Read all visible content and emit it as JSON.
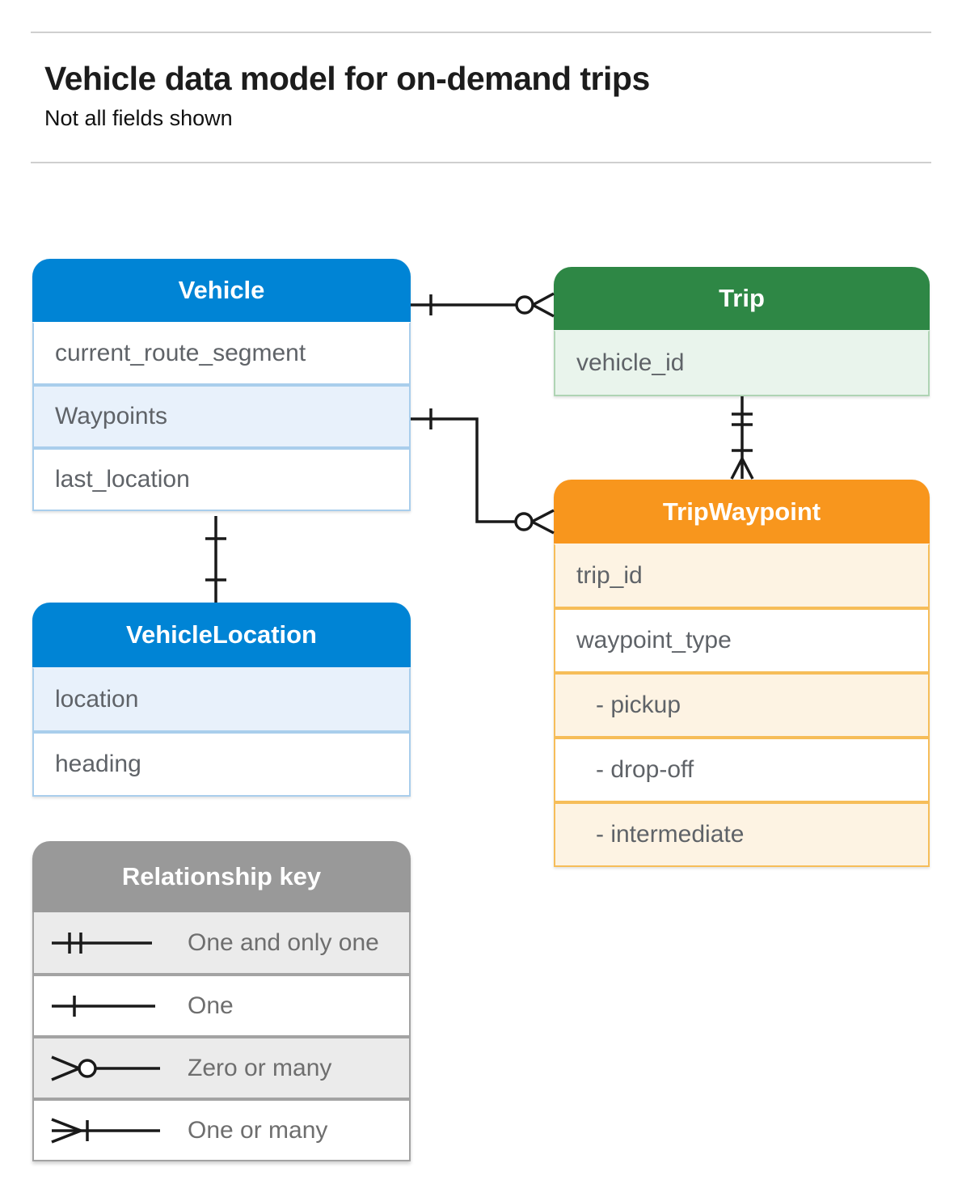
{
  "page": {
    "title": "Vehicle data model for on-demand trips",
    "subtitle": "Not all fields shown"
  },
  "tables": {
    "vehicle": {
      "title": "Vehicle",
      "fields": [
        {
          "label": "current_route_segment"
        },
        {
          "label": "Waypoints"
        },
        {
          "label": "last_location"
        }
      ]
    },
    "trip": {
      "title": "Trip",
      "fields": [
        {
          "label": "vehicle_id"
        }
      ]
    },
    "trip_waypoint": {
      "title": "TripWaypoint",
      "fields": [
        {
          "label": "trip_id"
        },
        {
          "label": "waypoint_type"
        },
        {
          "label": "- pickup"
        },
        {
          "label": "- drop-off"
        },
        {
          "label": "- intermediate"
        }
      ]
    },
    "vehicle_location": {
      "title": "VehicleLocation",
      "fields": [
        {
          "label": "location"
        },
        {
          "label": "heading"
        }
      ]
    }
  },
  "legend": {
    "title": "Relationship key",
    "items": [
      {
        "symbol": "one-and-only-one",
        "label": "One and only one"
      },
      {
        "symbol": "one",
        "label": "One"
      },
      {
        "symbol": "zero-or-many",
        "label": "Zero or many"
      },
      {
        "symbol": "one-or-many",
        "label": "One or many"
      }
    ]
  },
  "relationships": [
    {
      "from": "Vehicle",
      "to": "Trip",
      "from_end": "one",
      "to_end": "zero-or-many"
    },
    {
      "from": "Vehicle.Waypoints",
      "to": "TripWaypoint",
      "from_end": "one",
      "to_end": "zero-or-many"
    },
    {
      "from": "Trip",
      "to": "TripWaypoint",
      "from_end": "one-and-only-one",
      "to_end": "one-or-many"
    },
    {
      "from": "Vehicle",
      "to": "VehicleLocation",
      "from_end": "one",
      "to_end": "one"
    }
  ],
  "colors": {
    "blue_header": "#0084d5",
    "green_header": "#2e8745",
    "orange_header": "#f8961d",
    "gray_header": "#999999",
    "light_blue_row": "#e8f1fb",
    "light_green_row": "#e9f4ec",
    "light_orange_row": "#fdf3e3",
    "light_gray_row": "#ebebeb",
    "connector_line": "#1a1a1a"
  }
}
